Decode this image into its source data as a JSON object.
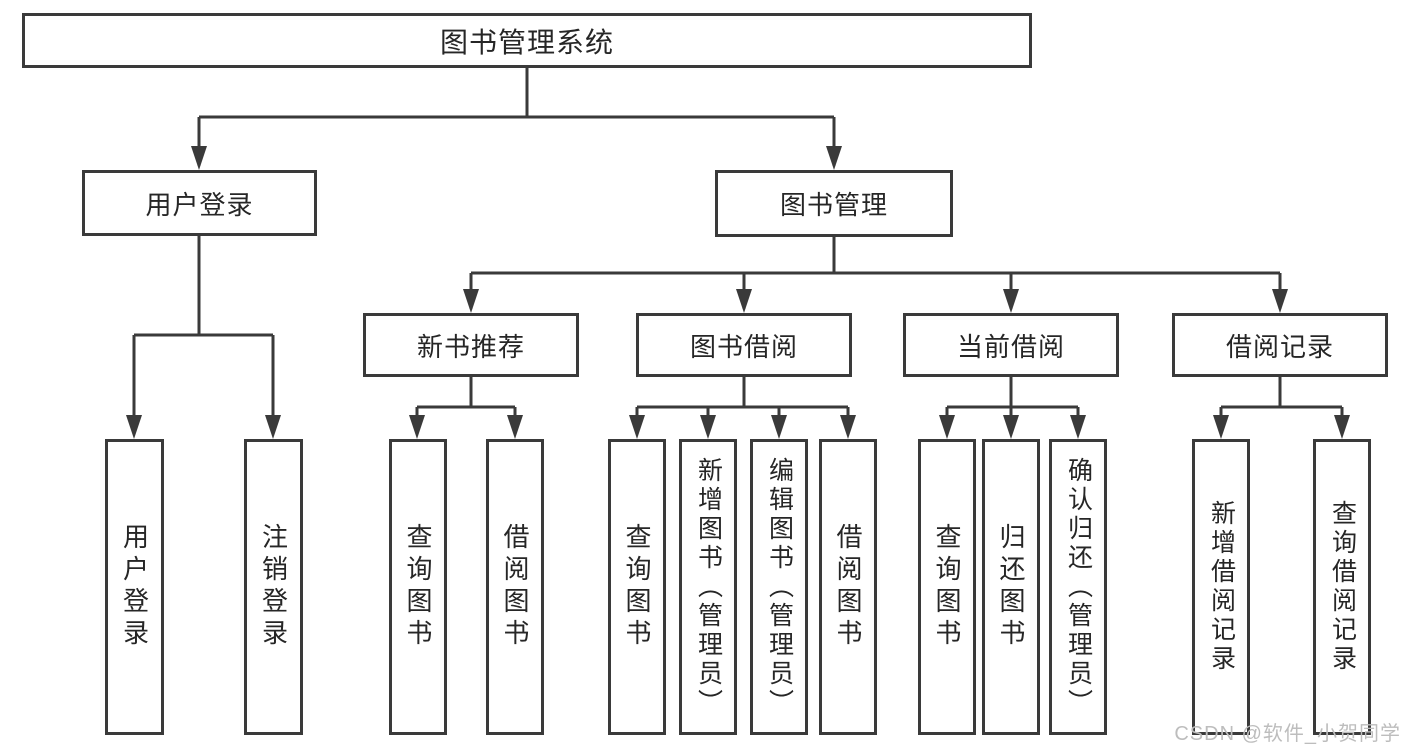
{
  "diagram": {
    "type": "hierarchy-tree",
    "colors": {
      "line": "#3a3a3a",
      "box_border": "#3a3a3a",
      "text": "#262626",
      "background": "#ffffff",
      "watermark": "#bdbdbd"
    },
    "tree": {
      "label": "图书管理系统",
      "children": [
        {
          "label": "用户登录",
          "children": [
            {
              "label": "用户登录"
            },
            {
              "label": "注销登录"
            }
          ]
        },
        {
          "label": "图书管理",
          "children": [
            {
              "label": "新书推荐",
              "children": [
                {
                  "label": "查询图书"
                },
                {
                  "label": "借阅图书"
                }
              ]
            },
            {
              "label": "图书借阅",
              "children": [
                {
                  "label": "查询图书"
                },
                {
                  "label": "新增图书（管理员）"
                },
                {
                  "label": "编辑图书（管理员）"
                },
                {
                  "label": "借阅图书"
                }
              ]
            },
            {
              "label": "当前借阅",
              "children": [
                {
                  "label": "查询图书"
                },
                {
                  "label": "归还图书"
                },
                {
                  "label": "确认归还（管理员）"
                }
              ]
            },
            {
              "label": "借阅记录",
              "children": [
                {
                  "label": "新增借阅记录"
                },
                {
                  "label": "查询借阅记录"
                }
              ]
            }
          ]
        }
      ]
    }
  },
  "watermark": "CSDN @软件_小贺同学"
}
